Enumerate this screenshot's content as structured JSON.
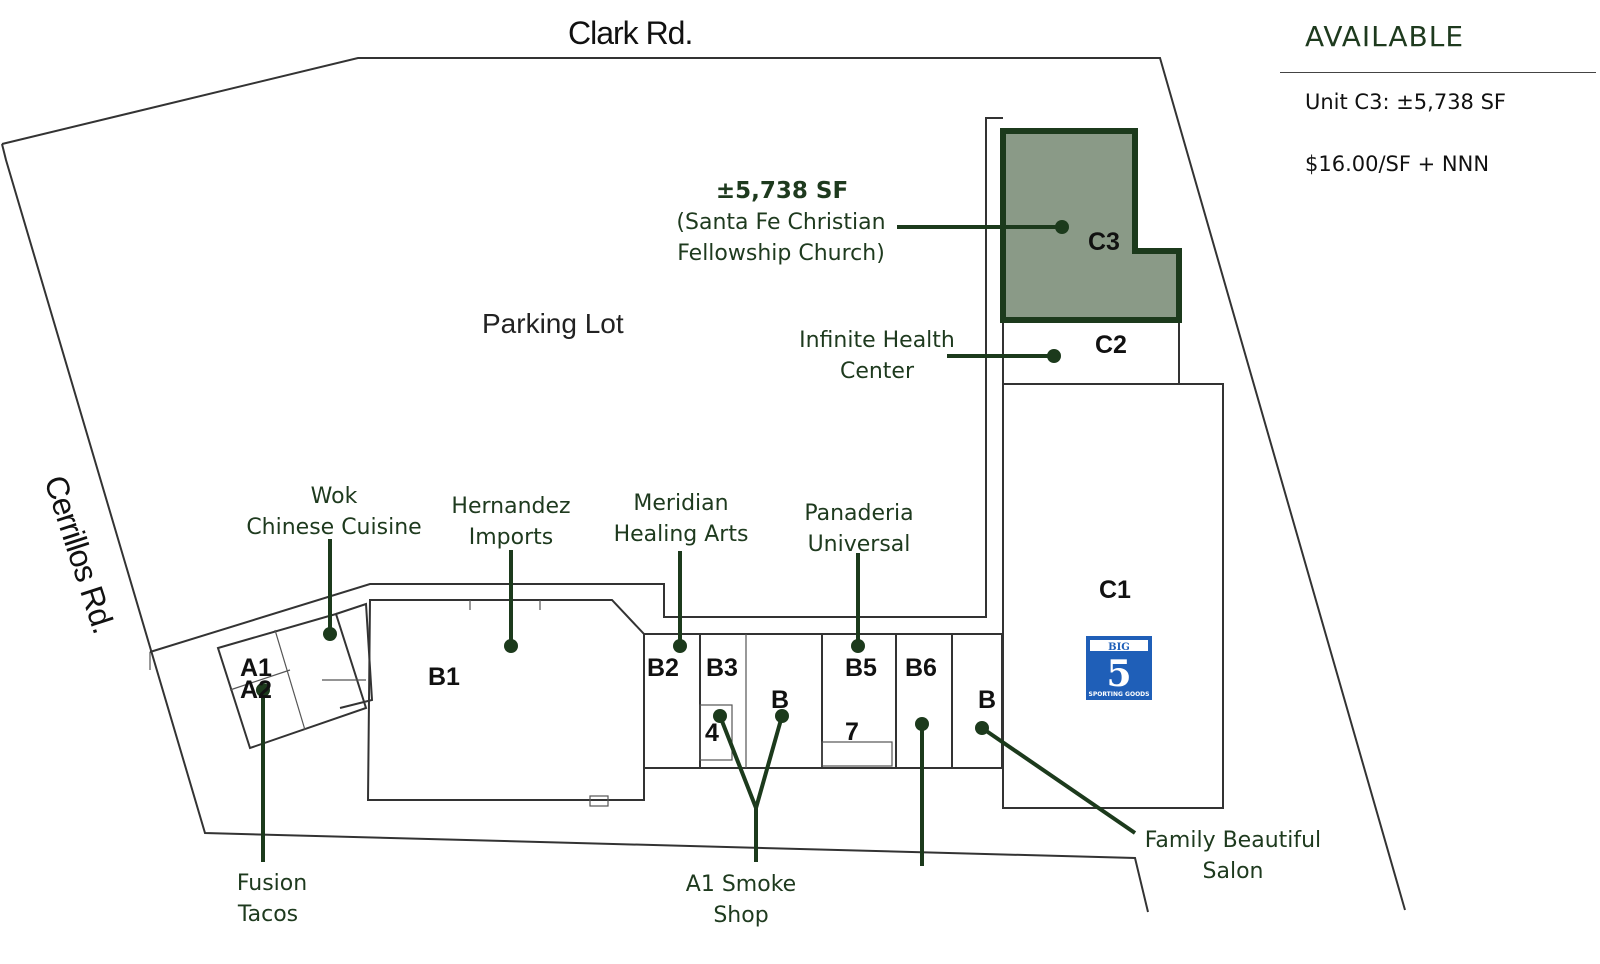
{
  "roads": {
    "north": "Clark Rd.",
    "west": "Cerrillos Rd."
  },
  "parking_label": "Parking Lot",
  "available_panel": {
    "heading": "AVAILABLE",
    "unit_line": "Unit C3: ±5,738 SF",
    "rate_line": "$16.00/SF + NNN"
  },
  "callout": {
    "area": "±5,738 SF",
    "tenant_line1": "(Santa Fe Christian",
    "tenant_line2": "Fellowship Church)"
  },
  "highlight_color": "#8a9a87",
  "accent_color": "#1c3a1c",
  "units": {
    "a1": "A1",
    "a2": "A2",
    "b1": "B1",
    "b2": "B2",
    "b3": "B3",
    "b4_top": "B",
    "b4_num": "4",
    "b5": "B5",
    "b6": "B6",
    "b7": "7",
    "b8": "B",
    "c1": "C1",
    "c2": "C2",
    "c3": "C3"
  },
  "tenants": {
    "wok_1": "Wok",
    "wok_2": "Chinese Cuisine",
    "hernandez_1": "Hernandez",
    "hernandez_2": "Imports",
    "meridian_1": "Meridian",
    "meridian_2": "Healing Arts",
    "panaderia_1": "Panaderia",
    "panaderia_2": "Universal",
    "infinite_1": "Infinite Health",
    "infinite_2": "Center",
    "fusion_1": "Fusion",
    "fusion_2": "Tacos",
    "smoke_1": "A1 Smoke",
    "smoke_2": "Shop",
    "salon_1": "Family Beautiful",
    "salon_2": "Salon"
  },
  "logo": {
    "top": "BIG",
    "number": "5",
    "bottom": "SPORTING GOODS",
    "color": "#1f5fb8"
  }
}
